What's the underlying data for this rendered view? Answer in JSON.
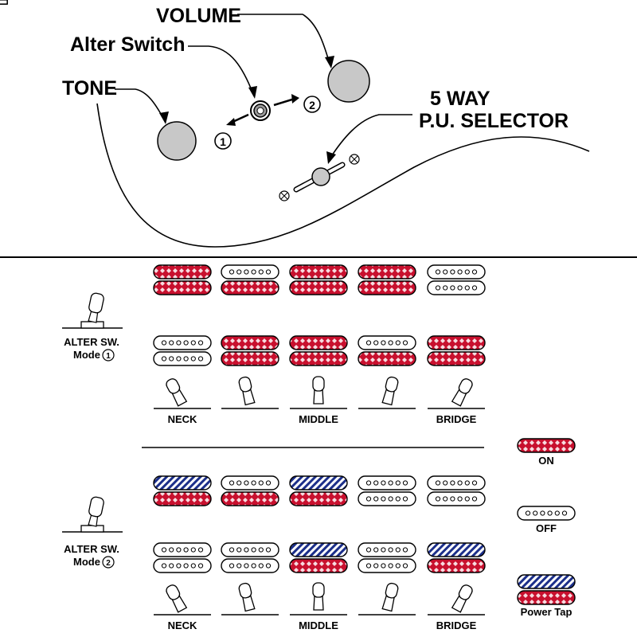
{
  "colors": {
    "on": "#c8102e",
    "tap": "#1c2f8a",
    "off": "#ffffff",
    "knob": "#c8c8c8",
    "ink": "#000000"
  },
  "controls": {
    "volume_label": "VOLUME",
    "alter_label": "Alter Switch",
    "tone_label": "TONE",
    "selector_label_1": "5 WAY",
    "selector_label_2": "P.U. SELECTOR",
    "position_1": "1",
    "position_2": "2"
  },
  "positions": [
    "NECK",
    "",
    "MIDDLE",
    "",
    "BRIDGE"
  ],
  "selector_lever": [
    "left",
    "mid-left",
    "center",
    "mid-right",
    "right"
  ],
  "mode1": {
    "label": "ALTER SW.",
    "mode_text": "Mode",
    "mode_num": "1",
    "rows": [
      [
        [
          "on",
          "on"
        ],
        [
          "off",
          "on"
        ],
        [
          "on",
          "on"
        ],
        [
          "on",
          "on"
        ],
        [
          "off",
          "off"
        ]
      ],
      [
        [
          "off",
          "off"
        ],
        [
          "on",
          "on"
        ],
        [
          "on",
          "on"
        ],
        [
          "off",
          "on"
        ],
        [
          "on",
          "on"
        ]
      ]
    ]
  },
  "mode2": {
    "label": "ALTER SW.",
    "mode_text": "Mode",
    "mode_num": "2",
    "rows": [
      [
        [
          "tap",
          "on"
        ],
        [
          "off",
          "on"
        ],
        [
          "tap",
          "on"
        ],
        [
          "off",
          "off"
        ],
        [
          "off",
          "off"
        ]
      ],
      [
        [
          "off",
          "off"
        ],
        [
          "off",
          "off"
        ],
        [
          "tap",
          "on"
        ],
        [
          "off",
          "off"
        ],
        [
          "tap",
          "on"
        ]
      ]
    ]
  },
  "legend": [
    {
      "label": "ON",
      "coils": [
        "on"
      ]
    },
    {
      "label": "OFF",
      "coils": [
        "off"
      ]
    },
    {
      "label": "Power Tap",
      "coils": [
        "tap",
        "on"
      ]
    }
  ]
}
